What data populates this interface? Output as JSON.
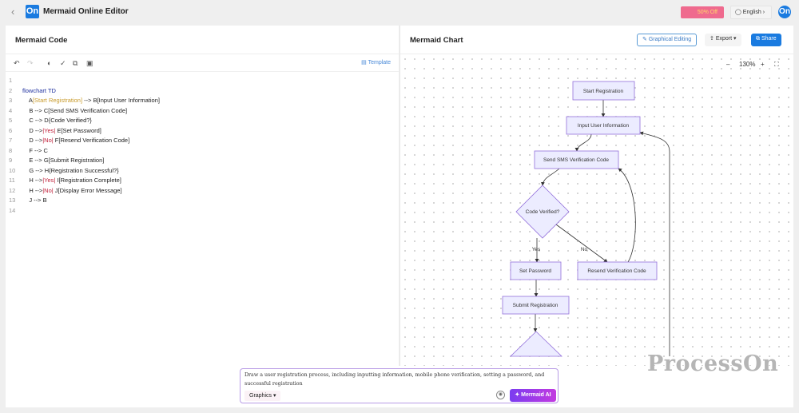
{
  "app": {
    "title": "Mermaid Online Editor",
    "logo": "On",
    "promo": "50% Off",
    "language": "English",
    "avatar": "On"
  },
  "left": {
    "title": "Mermaid Code",
    "template_label": "Template",
    "lines": [
      {
        "n": "1",
        "parts": []
      },
      {
        "n": "2",
        "parts": [
          {
            "t": "flowchart TD",
            "c": "kw"
          }
        ]
      },
      {
        "n": "3",
        "parts": [
          {
            "t": "    A",
            "c": ""
          },
          {
            "t": "[Start Registration]",
            "c": "str"
          },
          {
            "t": " --> B[Input User Information]",
            "c": ""
          }
        ]
      },
      {
        "n": "4",
        "parts": [
          {
            "t": "    B --> C[Send SMS Verification Code]",
            "c": ""
          }
        ]
      },
      {
        "n": "5",
        "parts": [
          {
            "t": "    C --> D{Code Verified?}",
            "c": ""
          }
        ]
      },
      {
        "n": "6",
        "parts": [
          {
            "t": "    D -->",
            "c": ""
          },
          {
            "t": "|Yes|",
            "c": "lbl"
          },
          {
            "t": " E[Set Password]",
            "c": ""
          }
        ]
      },
      {
        "n": "7",
        "parts": [
          {
            "t": "    D -->",
            "c": ""
          },
          {
            "t": "|No|",
            "c": "lbl"
          },
          {
            "t": " F[Resend Verification Code]",
            "c": ""
          }
        ]
      },
      {
        "n": "8",
        "parts": [
          {
            "t": "    F --> C",
            "c": ""
          }
        ]
      },
      {
        "n": "9",
        "parts": [
          {
            "t": "    E --> G[Submit Registration]",
            "c": ""
          }
        ]
      },
      {
        "n": "10",
        "parts": [
          {
            "t": "    G --> H{Registration Successful?}",
            "c": ""
          }
        ]
      },
      {
        "n": "11",
        "parts": [
          {
            "t": "    H -->",
            "c": ""
          },
          {
            "t": "|Yes|",
            "c": "lbl"
          },
          {
            "t": " I[Registration Complete]",
            "c": ""
          }
        ]
      },
      {
        "n": "12",
        "parts": [
          {
            "t": "    H -->",
            "c": ""
          },
          {
            "t": "|No|",
            "c": "lbl"
          },
          {
            "t": " J[Display Error Message]",
            "c": ""
          }
        ]
      },
      {
        "n": "13",
        "parts": [
          {
            "t": "    J --> B",
            "c": ""
          }
        ]
      },
      {
        "n": "14",
        "parts": []
      }
    ]
  },
  "right": {
    "title": "Mermaid Chart",
    "graphical_editing": "Graphical Editing",
    "export": "Export",
    "share": "Share",
    "zoom": "130%",
    "nodes": {
      "a": "Start Registration",
      "b": "Input User Information",
      "c": "Send SMS Verification Code",
      "d": "Code Verified?",
      "e": "Set Password",
      "f": "Resend Verification Code",
      "g": "Submit Registration"
    },
    "edge_labels": {
      "yes": "Yes",
      "no": "No"
    }
  },
  "prompt": {
    "text": "Draw a user registration process, including inputting information, mobile phone verification, setting a password, and successful registration",
    "mode": "Graphics",
    "ai_button": "Mermaid AI"
  },
  "watermark": "ProcessOn",
  "colors": {
    "accent": "#1a7be0",
    "node_fill": "#ececff",
    "node_stroke": "#9370db"
  }
}
